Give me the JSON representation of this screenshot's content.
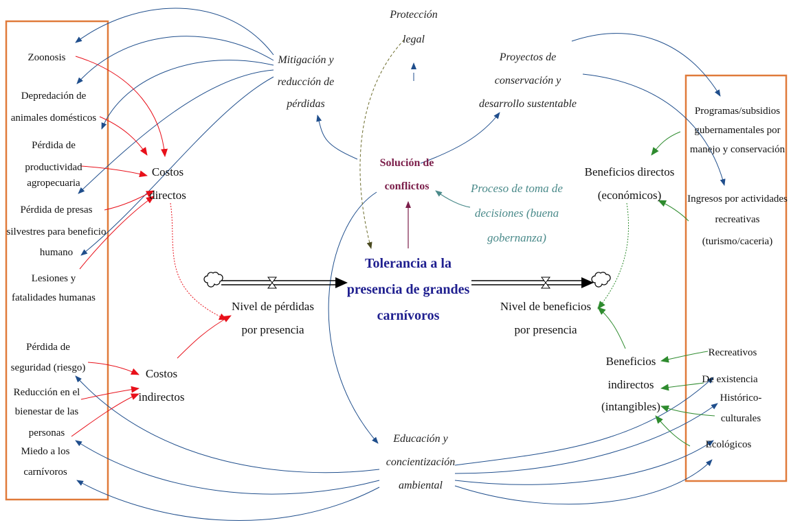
{
  "colors": {
    "box": "#e07a3a",
    "blue": "#1f4e8c",
    "red": "#e8101a",
    "green": "#2e8b2e",
    "maroon": "#7b1e4a",
    "olive": "#6b6b2a",
    "teal": "#4a8a8a",
    "navy": "#1f1f8f"
  },
  "left_costs": {
    "zoonosis": [
      "Zoonosis"
    ],
    "depredacion": [
      "Depredación de",
      "animales domésticos"
    ],
    "productividad": [
      "Pérdida de",
      "productividad",
      "agropecuaria"
    ],
    "presas": [
      "Pérdida de presas",
      "silvestres para beneficio",
      "humano"
    ],
    "lesiones": [
      "Lesiones y",
      "fatalidades humanas"
    ],
    "seguridad": [
      "Pérdida de",
      "seguridad (riesgo)"
    ],
    "bienestar": [
      "Reducción en el",
      "bienestar de las",
      "personas"
    ],
    "miedo": [
      "Miedo a los",
      "carnívoros"
    ]
  },
  "costos_directos": [
    "Costos",
    "directos"
  ],
  "costos_indirectos": [
    "Costos",
    "indirectos"
  ],
  "nivel_perdidas": [
    "Nivel de pérdidas",
    "por presencia"
  ],
  "tolerancia": [
    "Tolerancia a la",
    "presencia de grandes",
    "carnívoros"
  ],
  "nivel_beneficios": [
    "Nivel de beneficios",
    "por presencia"
  ],
  "mitigacion": [
    "Mitigación y",
    "reducción de",
    "pérdidas"
  ],
  "proteccion": [
    "Protección",
    "legal"
  ],
  "proyectos": [
    "Proyectos de",
    "conservación y",
    "desarrollo sustentable"
  ],
  "solucion": [
    "Solución de",
    "conflictos"
  ],
  "proceso": [
    "Proceso de toma de",
    "decisiones (buena",
    "gobernanza)"
  ],
  "educacion": [
    "Educación y",
    "concientización",
    "ambiental"
  ],
  "beneficios_directos": [
    "Beneficios directos",
    "(económicos)"
  ],
  "beneficios_indirectos": [
    "Beneficios",
    "indirectos",
    "(intangibles)"
  ],
  "right_benefits": {
    "programas": [
      "Programas/subsidios",
      "gubernamentales por",
      "manejo y conservación"
    ],
    "ingresos": [
      "Ingresos por actividades",
      "recreativas",
      "(turismo/caceria)"
    ],
    "recreativos": [
      "Recreativos"
    ],
    "existencia": [
      "De existencia"
    ],
    "historico": [
      "Histórico-",
      "culturales"
    ],
    "ecologicos": [
      "Ecológicos"
    ]
  }
}
